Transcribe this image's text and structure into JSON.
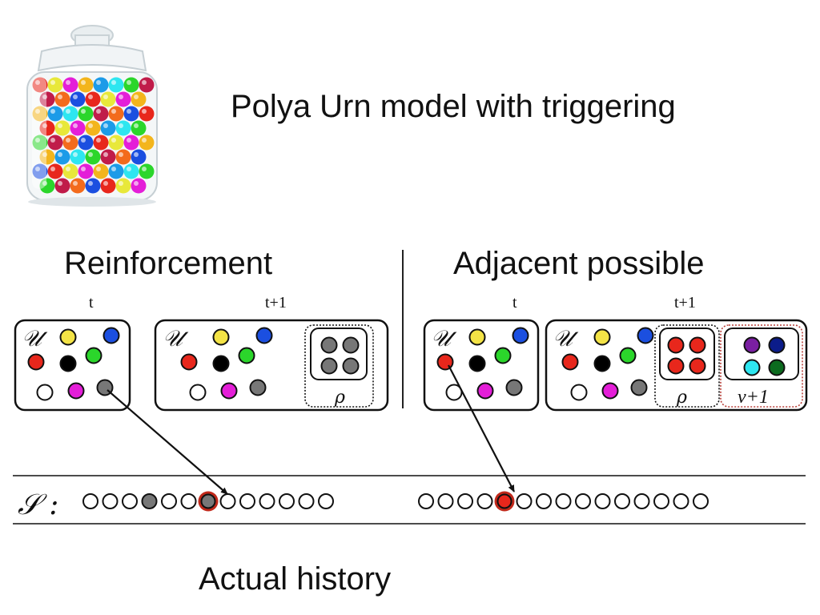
{
  "title": "Polya Urn model with triggering",
  "sections": {
    "left": {
      "heading": "Reinforcement",
      "time_t": "t",
      "time_t1": "t+1"
    },
    "right": {
      "heading": "Adjacent possible",
      "time_t": "t",
      "time_t1": "t+1"
    }
  },
  "symbols": {
    "urn": "𝒰",
    "rho": "ρ",
    "nu_plus_one": "ν+1",
    "sequence_label": "𝒮 :"
  },
  "footer": "Actual history",
  "colors": {
    "red": "#e8271c",
    "yellow": "#f3e346",
    "blue": "#1b4fe0",
    "black": "#000000",
    "green": "#2bd62b",
    "white": "#ffffff",
    "magenta": "#e41ed8",
    "gray": "#777777",
    "purple": "#7a1fa2",
    "navy": "#0b1c8a",
    "cyan": "#2ee6f0",
    "darkgreen": "#0c6b1f",
    "highlight": "#c0281a"
  },
  "urns": {
    "left_t": [
      "yellow",
      "blue",
      "red",
      "black",
      "green",
      "white",
      "magenta",
      "gray"
    ],
    "left_t1": [
      "yellow",
      "blue",
      "red",
      "black",
      "green",
      "white",
      "magenta",
      "gray"
    ],
    "left_t1_added_rho": [
      "gray",
      "gray",
      "gray",
      "gray"
    ],
    "right_t": [
      "yellow",
      "blue",
      "red",
      "black",
      "green",
      "white",
      "magenta",
      "gray"
    ],
    "right_t1": [
      "yellow",
      "blue",
      "red",
      "black",
      "green",
      "white",
      "magenta",
      "gray"
    ],
    "right_t1_added_rho": [
      "red",
      "red",
      "red",
      "red"
    ],
    "right_t1_added_new": [
      "purple",
      "navy",
      "cyan",
      "darkgreen"
    ]
  },
  "sequence": {
    "left": [
      "empty",
      "empty",
      "empty",
      "gray",
      "empty",
      "empty",
      "gray-highlight",
      "empty",
      "empty",
      "empty",
      "empty",
      "empty",
      "empty"
    ],
    "right": [
      "empty",
      "empty",
      "empty",
      "empty",
      "red-highlight",
      "empty",
      "empty",
      "empty",
      "empty",
      "empty",
      "empty",
      "empty",
      "empty",
      "empty",
      "empty"
    ]
  }
}
